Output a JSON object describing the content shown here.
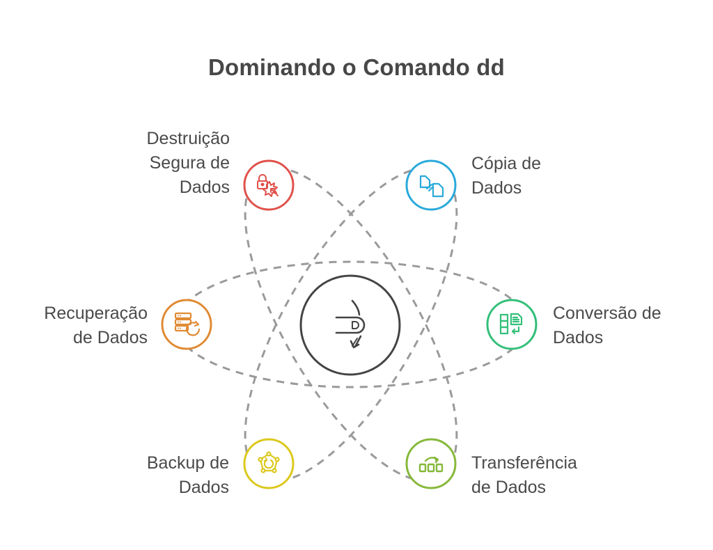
{
  "title": "Dominando o Comando dd",
  "center": {
    "icon": "finger-swipe-icon",
    "color": "#444444"
  },
  "nodes": [
    {
      "id": "destruicao",
      "label_lines": [
        "Destruição",
        "Segura de",
        "Dados"
      ],
      "icon": "lock-explosion-icon",
      "color": "#E0514B"
    },
    {
      "id": "copia",
      "label_lines": [
        "Cópia de",
        "Dados"
      ],
      "icon": "copy-files-icon",
      "color": "#2AA9DA"
    },
    {
      "id": "recuperacao",
      "label_lines": [
        "Recuperação",
        "de Dados"
      ],
      "icon": "server-restore-icon",
      "color": "#E08A33"
    },
    {
      "id": "conversao",
      "label_lines": [
        "Conversão de",
        "Dados"
      ],
      "icon": "table-document-convert-icon",
      "color": "#34BF7A"
    },
    {
      "id": "backup",
      "label_lines": [
        "Backup de",
        "Dados"
      ],
      "icon": "network-cycle-icon",
      "color": "#DCC81C"
    },
    {
      "id": "transferencia",
      "label_lines": [
        "Transferência",
        "de Dados"
      ],
      "icon": "blocks-transfer-icon",
      "color": "#86B83A"
    }
  ],
  "connector_color": "#9a9a9a"
}
